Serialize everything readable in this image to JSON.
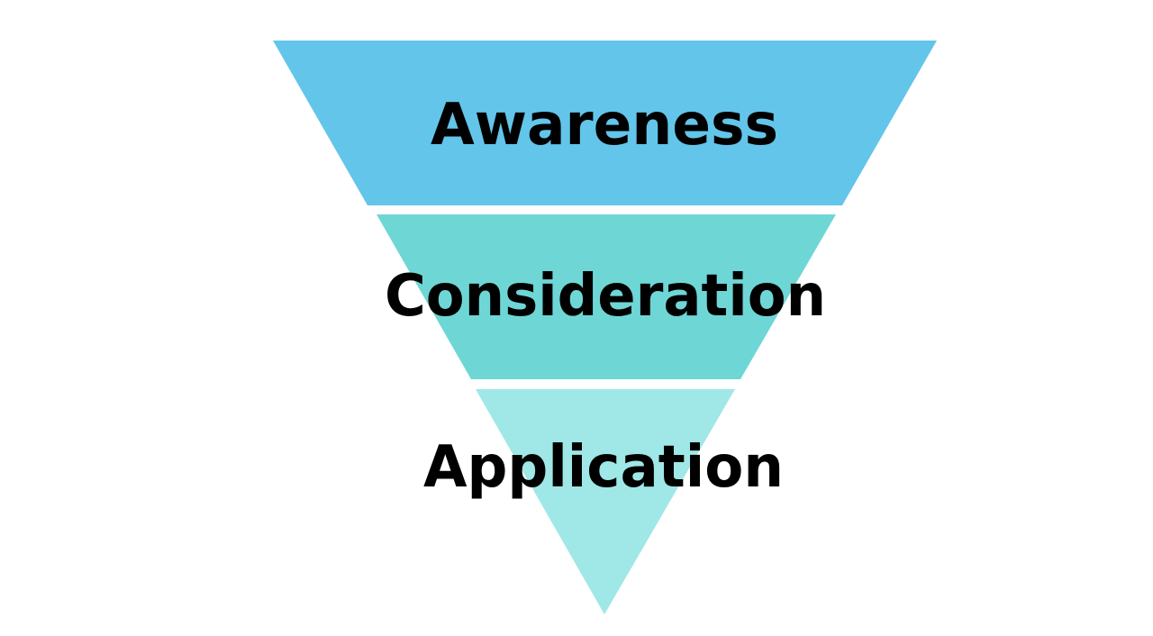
{
  "diagram": {
    "type": "funnel",
    "stages": [
      {
        "label": "Awareness",
        "color": "#63c5ea"
      },
      {
        "label": "Consideration",
        "color": "#6fd6d6"
      },
      {
        "label": "Application",
        "color": "#a0e7e7"
      }
    ]
  }
}
